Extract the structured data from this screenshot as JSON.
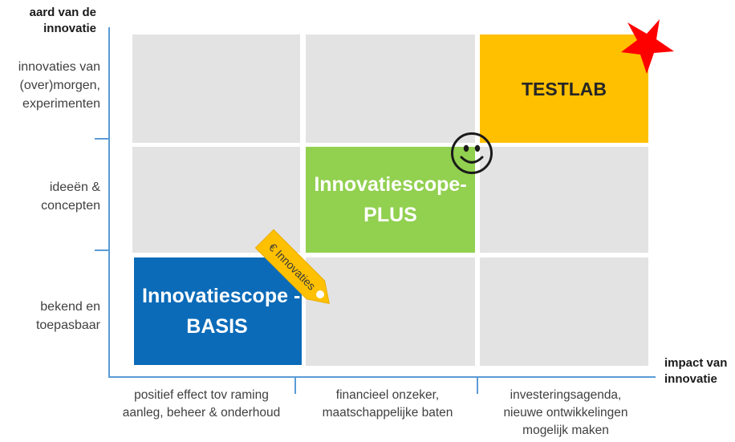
{
  "y_axis": {
    "title_line1": "aard van de",
    "title_line2": "innovatie",
    "levels": [
      {
        "lines": [
          "innovaties van",
          "(over)morgen,",
          "experimenten"
        ]
      },
      {
        "lines": [
          "ideeën &",
          "concepten"
        ]
      },
      {
        "lines": [
          "bekend en",
          "toepasbaar"
        ]
      }
    ]
  },
  "x_axis": {
    "title_line1": "impact van",
    "title_line2": "innovatie",
    "levels": [
      {
        "lines": [
          "positief effect  tov raming",
          "aanleg, beheer & onderhoud"
        ]
      },
      {
        "lines": [
          "financieel onzeker,",
          "maatschappelijke baten"
        ]
      },
      {
        "lines": [
          "investeringsagenda,",
          "nieuwe ontwikkelingen",
          "mogelijk maken"
        ]
      }
    ]
  },
  "blocks": {
    "basis": {
      "line1": "Innovatiescope -",
      "line2": "BASIS",
      "color": "#0b6bb8"
    },
    "plus": {
      "line1": "Innovatiescope-",
      "line2": "PLUS",
      "color": "#92d050"
    },
    "testlab": {
      "line1": "TESTLAB",
      "color": "#ffc000"
    }
  },
  "tag": {
    "label": "€ Innovaties",
    "color": "#ffc000"
  },
  "colors": {
    "cell": "#e3e3e3",
    "axis": "#5b9bd5",
    "star": "#ff0000"
  },
  "icons": {
    "smiley": "smiley-face-icon",
    "star": "red-star-icon"
  }
}
